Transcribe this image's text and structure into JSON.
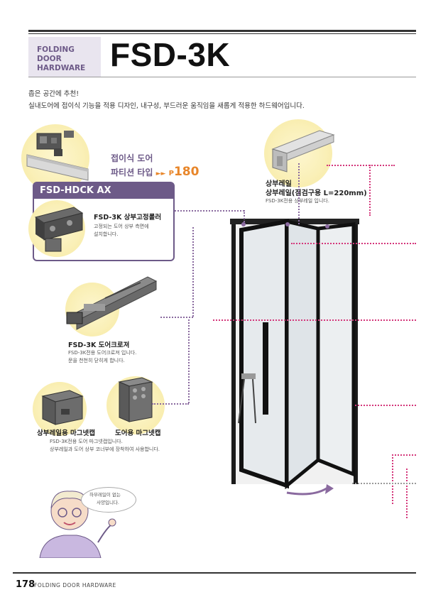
{
  "header": {
    "category_line1": "FOLDING DOOR",
    "category_line2": "HARDWARE",
    "model": "FSD-3K"
  },
  "intro": {
    "line1": "좁은 공간에 추천!",
    "line2": "실내도어에 접이식 기능을 적용 디자인, 내구성, 부드러운 움직임을 새롭게 적용한 하드웨어입니다."
  },
  "cross_ref": {
    "line1": "접이식 도어",
    "line2": "파티션 타입",
    "arrows": "►►",
    "page_prefix": "P",
    "page_num": "180"
  },
  "ax_panel": {
    "title": "FSD-HDCK AX",
    "part_name": "FSD-3K 상부고정롤러",
    "desc_line1": "고정되는 도어 상부 측면에",
    "desc_line2": "설치합니다."
  },
  "rail": {
    "name": "상부레일",
    "sub": "상부레일(점검구용 L=220mm)",
    "desc": "FSD-3K전용 상부레일 입니다."
  },
  "closer": {
    "name": "FSD-3K 도어크로져",
    "desc_line1": "FSD-3K전용 도어크로져 입니다.",
    "desc_line2": "문을 천천히 닫히게 합니다."
  },
  "caps": {
    "rail_cap": "상부레일용 마그넷캡",
    "door_cap": "도어용 마그넷캡",
    "desc_line1": "FSD-3K전용 도어 마그넷캡입니다.",
    "desc_line2": "상부레일과 도어 상부 코너부에 장착하여 사용합니다."
  },
  "speech": {
    "line1": "하부레일이 없는",
    "line2": "사양입니다."
  },
  "footer": {
    "page": "178",
    "text": "FOLDING DOOR HARDWARE"
  },
  "colors": {
    "accent_purple": "#6d5a88",
    "accent_orange": "#e8862a",
    "highlight_circle": "#faf0b8"
  }
}
